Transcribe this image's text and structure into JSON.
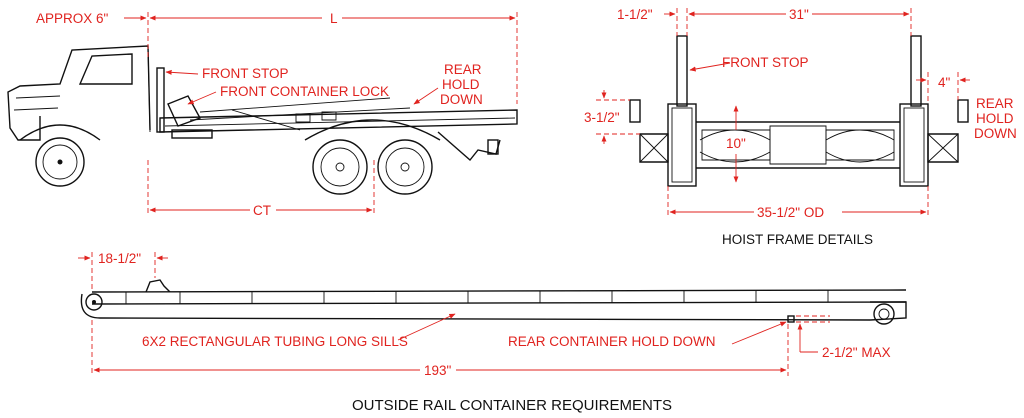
{
  "colors": {
    "annotation": "#e0231f",
    "line": "#111111",
    "background": "#ffffff"
  },
  "truck_view": {
    "approx_label": "APPROX 6\"",
    "length_label": "L",
    "front_stop_label": "FRONT STOP",
    "front_lock_label": "FRONT CONTAINER LOCK",
    "rear_hold_line1": "REAR",
    "rear_hold_line2": "HOLD",
    "rear_hold_line3": "DOWN",
    "ct_label": "CT"
  },
  "hoist_view": {
    "dim_left_top": "1-1/2\"",
    "dim_top_width": "31\"",
    "front_stop_label": "FRONT STOP",
    "dim_right": "4\"",
    "dim_left_side": "3-1/2\"",
    "dim_center": "10\"",
    "rear_hold_line1": "REAR",
    "rear_hold_line2": "HOLD",
    "rear_hold_line3": "DOWN",
    "dim_bottom_width": "35-1/2\" OD",
    "caption": "HOIST FRAME DETAILS"
  },
  "container_view": {
    "dim_front": "18-1/2\"",
    "long_sills_label": "6X2 RECTANGULAR TUBING LONG SILLS",
    "rear_hold_label": "REAR CONTAINER HOLD DOWN",
    "dim_overall": "193\"",
    "dim_max": "2-1/2\" MAX"
  },
  "main_caption": "OUTSIDE RAIL CONTAINER REQUIREMENTS"
}
